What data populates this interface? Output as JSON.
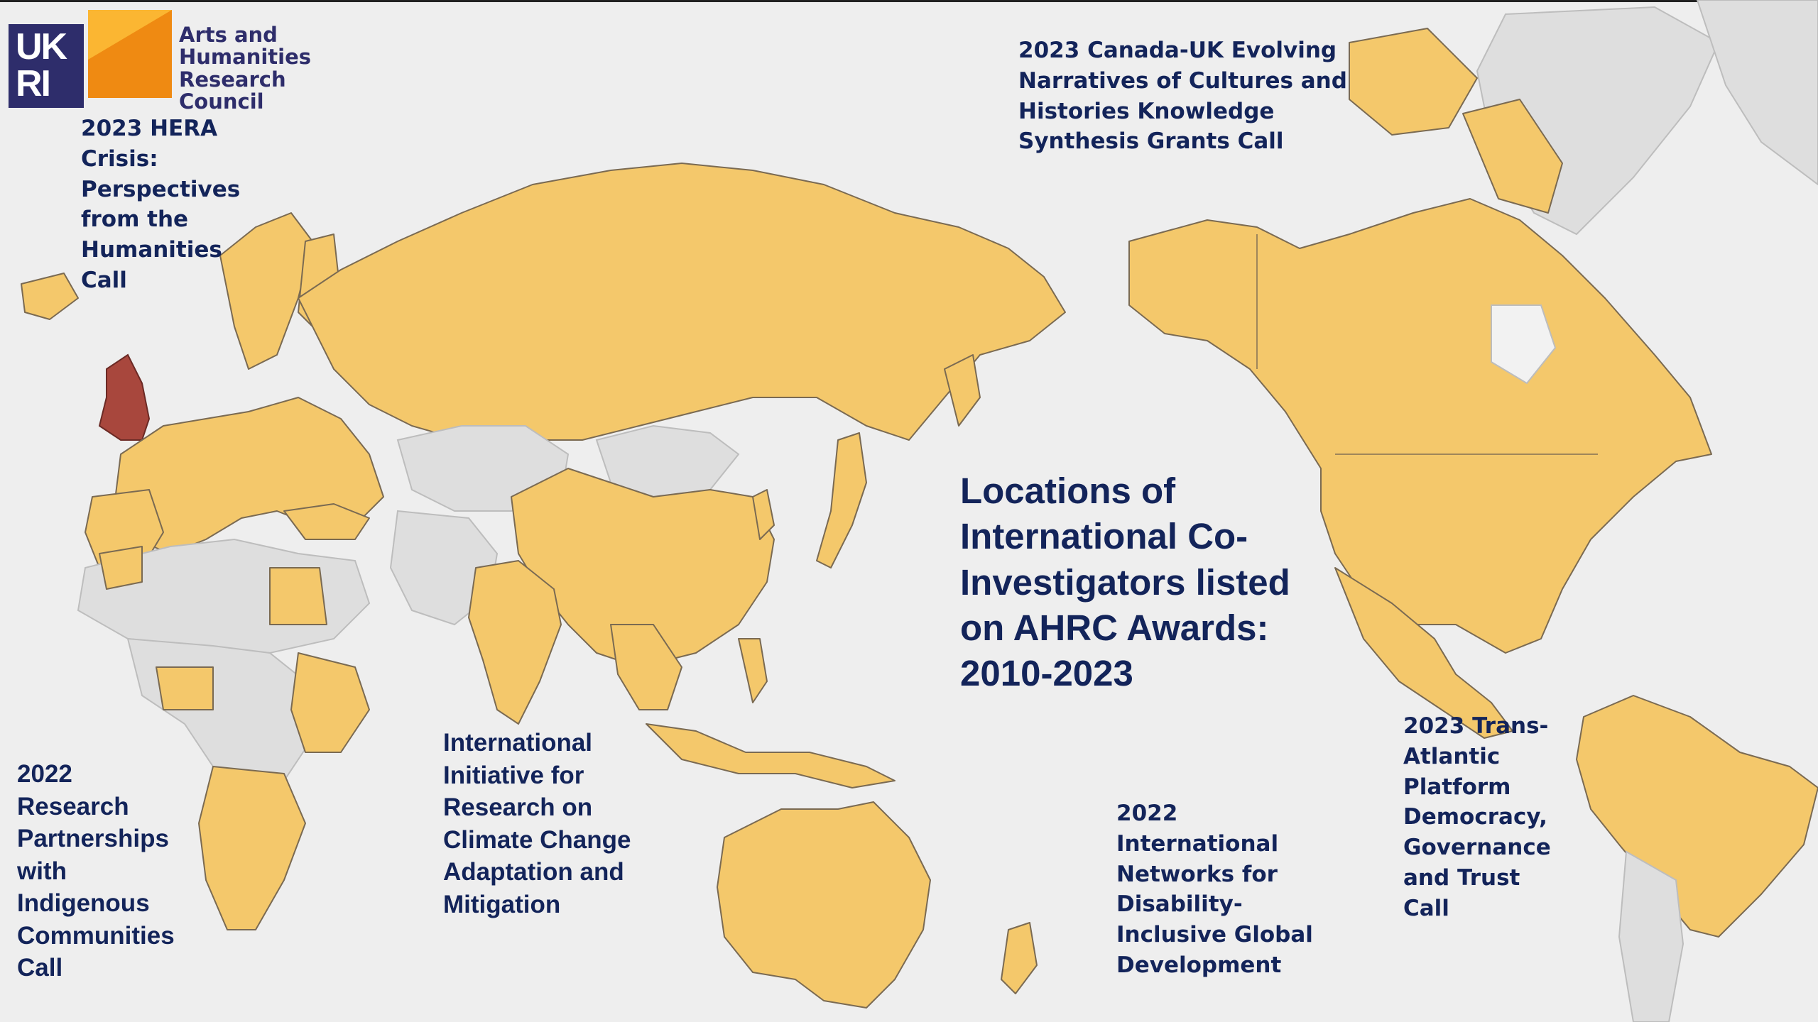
{
  "logo": {
    "ukri_line1": "UK",
    "ukri_line2": "RI",
    "council_lines": [
      "Arts and",
      "Humanities",
      "Research Council"
    ]
  },
  "title": "Locations of International Co-Investigators listed on AHRC Awards: 2010-2023",
  "calls": [
    "2023 HERA Crisis: Perspectives from the Humanities Call",
    "2023 Canada-UK Evolving Narratives of Cultures and Histories Knowledge Synthesis Grants Call",
    "2022 Research Partnerships with Indigenous Communities Call",
    "International Initiative for Research on Climate Change Adaptation and Mitigation",
    "2022 International Networks for Disability-Inclusive Global Development",
    "2023 Trans-Atlantic Platform Democracy, Governance and Trust Call"
  ],
  "legend_colors": {
    "co_investigator_country": "#f4c86b",
    "uk": "#a8473d",
    "no_co_investigator": "#dedede",
    "ocean": "#eeeeee"
  }
}
